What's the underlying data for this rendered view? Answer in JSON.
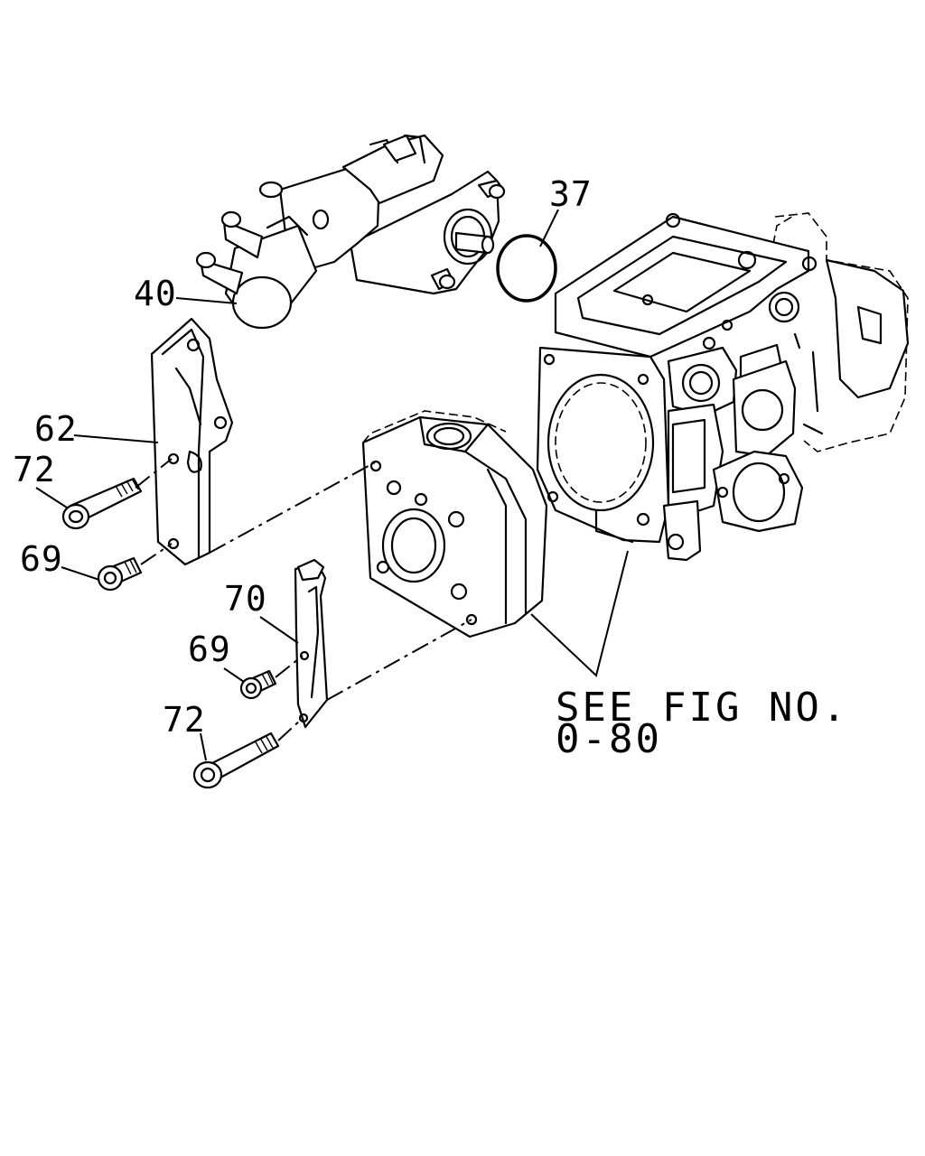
{
  "labels": {
    "p37": "37",
    "p40": "40",
    "p62": "62",
    "p72_top": "72",
    "p69_top": "69",
    "p70": "70",
    "p69_bottom": "69",
    "p72_bottom": "72"
  },
  "reference_note": {
    "line1": "SEE FIG NO.",
    "line2": "0-80"
  },
  "icons": [
    "solenoid-valve-icon",
    "o-ring-icon",
    "pump-body-icon",
    "cover-flange-icon",
    "bracket-icon",
    "bolt-icon"
  ]
}
